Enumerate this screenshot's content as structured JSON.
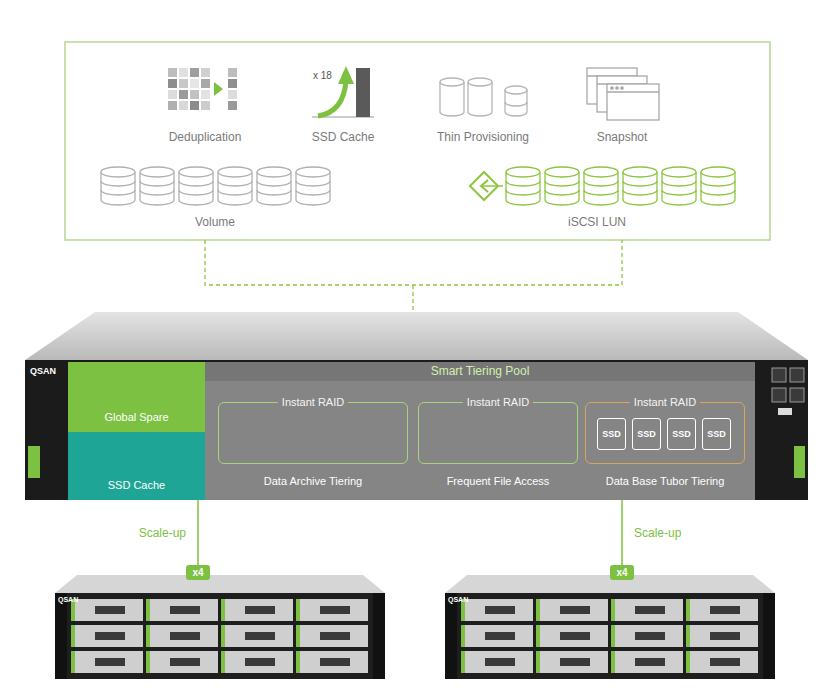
{
  "diagram": {
    "nodes": [
      {
        "text": [
          "Global Spare"
        ]
      },
      {
        "text": [
          "SSD Cache"
        ]
      },
      {
        "text": [
          "Smart Tiering Pool"
        ]
      },
      {
        "text": [
          "Instant RAID",
          "Data Archive Tiering"
        ],
        "in": 2
      },
      {
        "text": [
          "Instant RAID",
          "Frequent File Access"
        ],
        "in": 2
      },
      {
        "text": [
          "Instant RAID",
          "Data Base Tubor Tiering"
        ],
        "in": 2
      },
      {
        "text": [
          "SSD"
        ],
        "in": 5
      },
      {
        "text": [
          "SSD"
        ],
        "in": 5
      },
      {
        "text": [
          "SSD"
        ],
        "in": 5
      },
      {
        "text": [
          "SSD"
        ],
        "in": 5
      },
      {
        "text": [
          "x4"
        ]
      },
      {
        "text": [
          "x4"
        ]
      }
    ],
    "edges": [
      {
        "from": 1,
        "to": 10,
        "arrow": "none",
        "label": "Scale-up"
      },
      {
        "from": 2,
        "to": 11,
        "arrow": "none",
        "label": "Scale-up"
      }
    ],
    "labels": [
      "Deduplication",
      "x 18",
      "SSD Cache",
      "Thin Provisioning",
      "Snapshot",
      "Volume",
      "iSCSI LUN",
      "QSAN",
      "QSAN",
      "QSAN"
    ]
  }
}
